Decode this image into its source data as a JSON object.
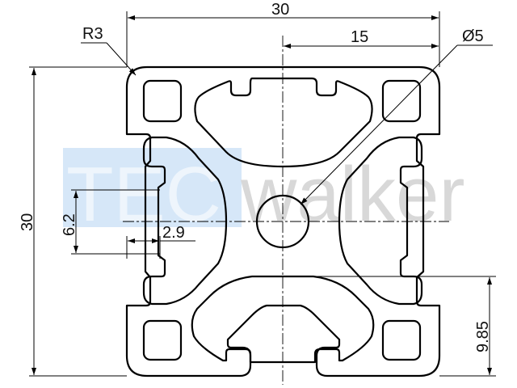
{
  "watermark": {
    "part1": "TEC",
    "part2": "walker",
    "color1": "#cfe1f4",
    "color2": "#d8d8d8",
    "box": "#d6e7f8"
  },
  "dimensions": {
    "width": "30",
    "half_width": "15",
    "height": "30",
    "radius": "R3",
    "hole": "Ø5",
    "slot_width": "6.2",
    "slot_depth": "2.9",
    "offset": "9.85"
  }
}
